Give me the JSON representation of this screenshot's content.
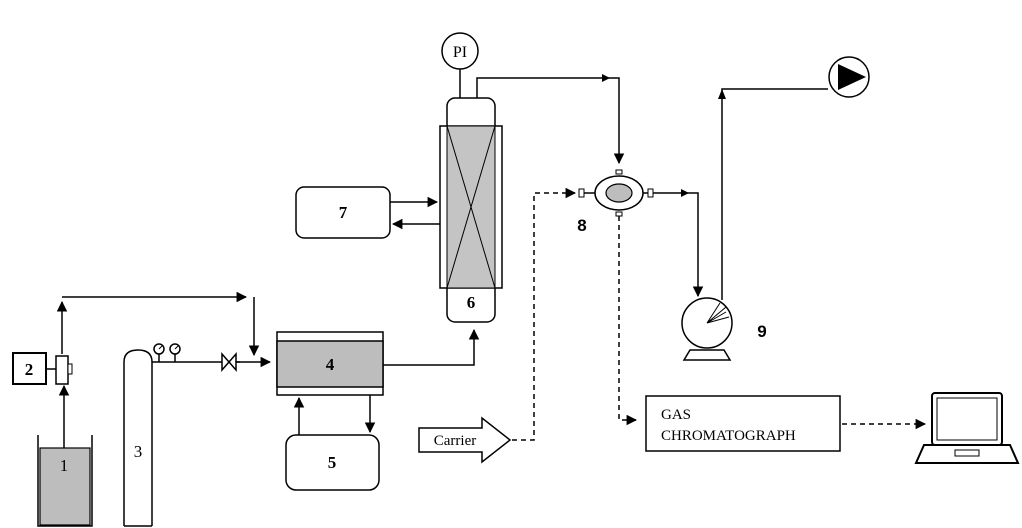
{
  "labels": {
    "pi": "PI",
    "n1": "1",
    "n2": "2",
    "n3": "3",
    "n4": "4",
    "n5": "5",
    "n6": "6",
    "n7": "7",
    "n8": "8",
    "n9": "9",
    "carrier": "Carrier",
    "gc_line1": "GAS",
    "gc_line2": "CHROMATOGRAPH"
  },
  "colors": {
    "line": "#000000",
    "fill_gray": "#bdbdbd",
    "reactor_fill": "#c4c4c4"
  },
  "icons": {
    "vent": "vent-arrow-icon",
    "valve": "needle-valve-icon",
    "gauge": "pressure-gauge-icon",
    "pump": "pump-icon",
    "laptop": "laptop-icon"
  }
}
